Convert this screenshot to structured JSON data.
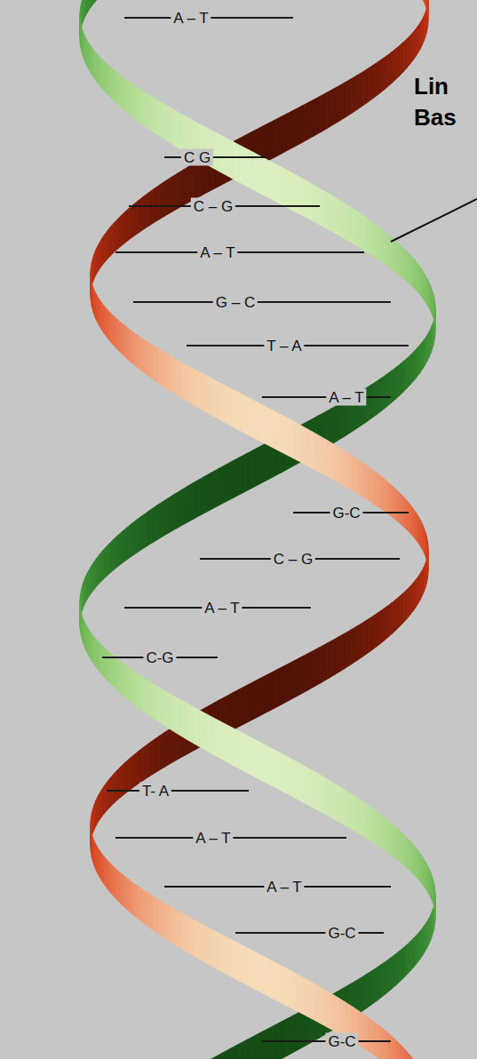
{
  "diagram": {
    "labels": [
      "A – T",
      "C G",
      "C – G",
      "A – T",
      "G – C",
      "T – A",
      "A – T",
      "G-C",
      "C – G",
      "A – T",
      "C-G",
      "T- A",
      "A – T",
      "A – T",
      "G-C",
      "G-C",
      "Lin",
      "Bas"
    ]
  }
}
